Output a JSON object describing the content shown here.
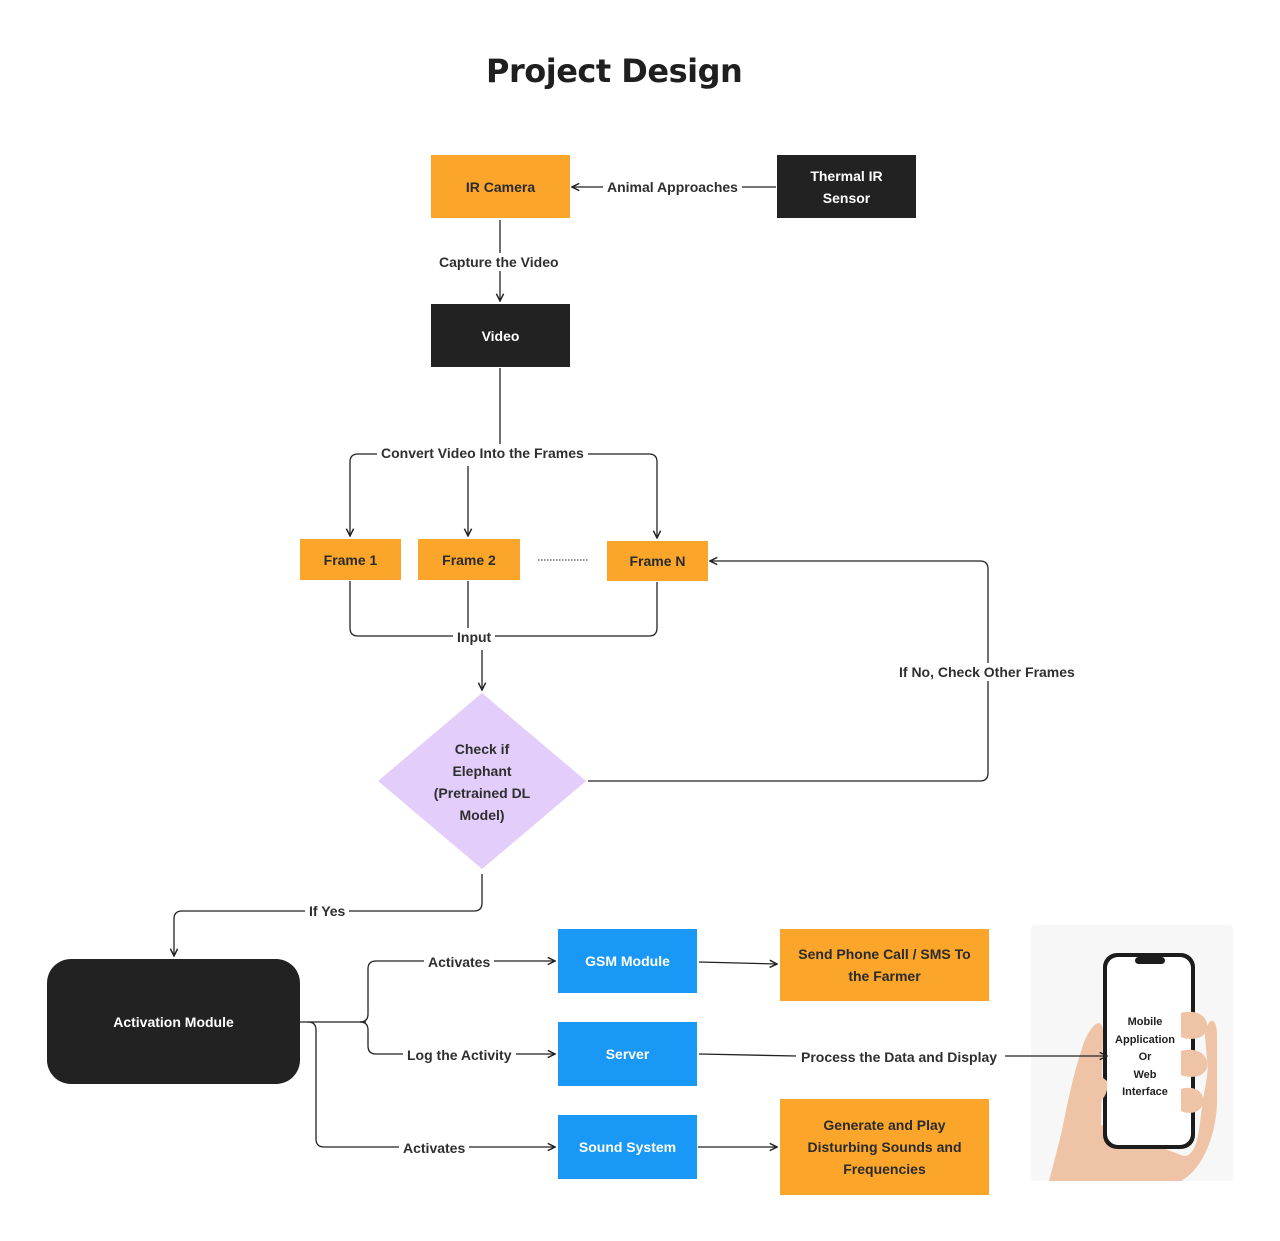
{
  "title": "Project Design",
  "nodes": {
    "ir_camera": "IR Camera",
    "thermal_sensor": "Thermal IR Sensor",
    "video": "Video",
    "frame1": "Frame 1",
    "frame2": "Frame 2",
    "frameN": "Frame N",
    "decision": [
      "Check if",
      "Elephant",
      "(Pretrained DL",
      "Model)"
    ],
    "activation": "Activation Module",
    "gsm": "GSM Module",
    "server": "Server",
    "sound": "Sound System",
    "sms": [
      "Send Phone Call / SMS To",
      "the Farmer"
    ],
    "generate": [
      "Generate and Play",
      "Disturbing Sounds and",
      "Frequencies"
    ],
    "phone": [
      "Mobile",
      "Application",
      "Or",
      "Web",
      "Interface"
    ]
  },
  "edges": {
    "animal": "Animal Approaches",
    "capture": "Capture the Video",
    "convert": "Convert Video Into the Frames",
    "input": "Input",
    "if_no": "If No, Check Other Frames",
    "if_yes": "If Yes",
    "activates_gsm": "Activates",
    "log": "Log the Activity",
    "activates_sound": "Activates",
    "process": "Process the Data and Display"
  },
  "colors": {
    "orange": "#fba62a",
    "dark": "#222222",
    "blue": "#1a98f5",
    "decision": "#e3cdfb",
    "line": "#222222"
  }
}
